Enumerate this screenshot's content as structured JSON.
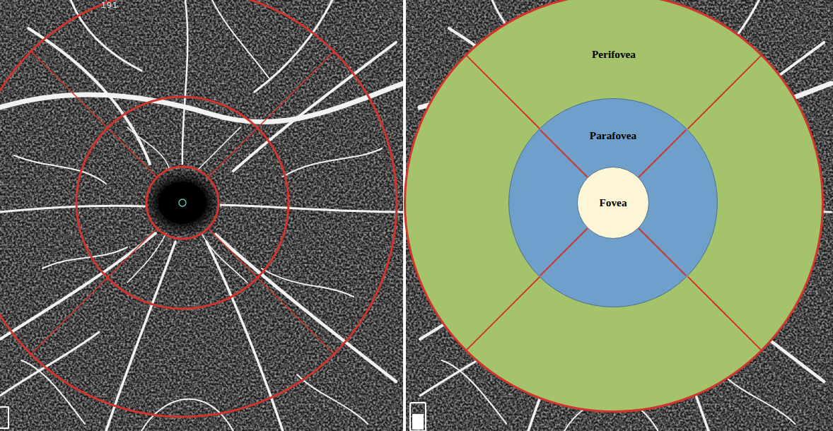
{
  "diagram": {
    "nodes": [
      {
        "text": [
          "Perifovea"
        ]
      },
      {
        "text": [
          "Parafovea"
        ],
        "in": 0
      },
      {
        "text": [
          "Fovea"
        ],
        "in": 1
      }
    ],
    "labels": [
      "191"
    ]
  }
}
